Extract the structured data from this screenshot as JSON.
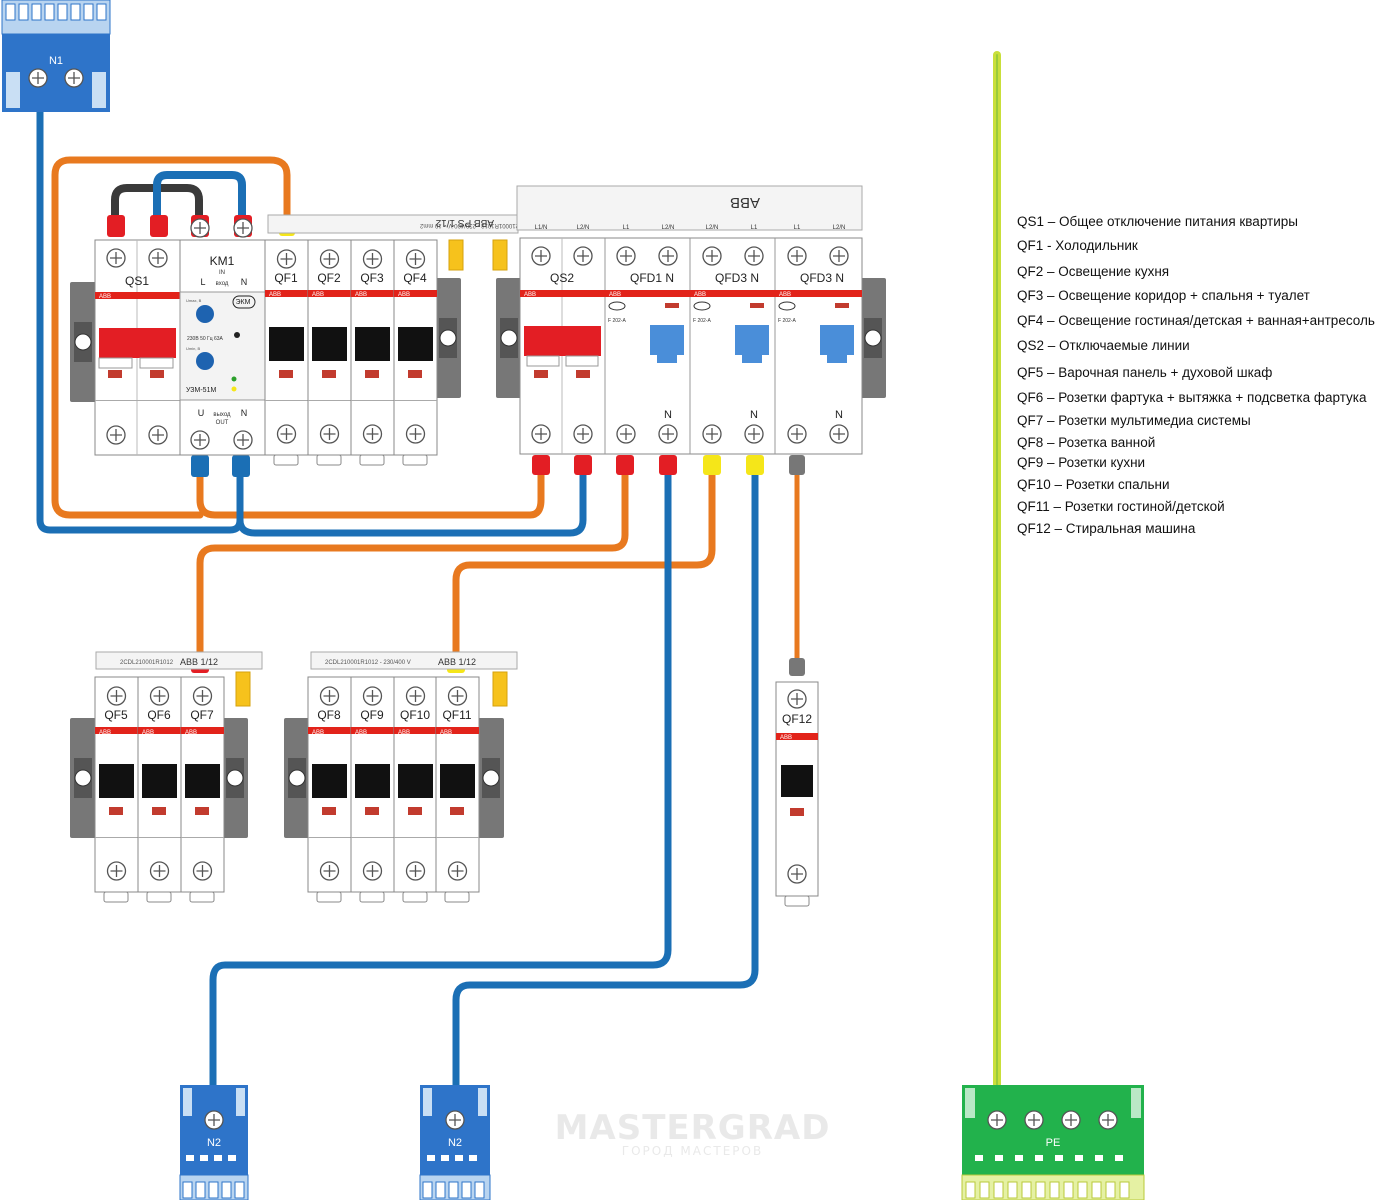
{
  "labels": {
    "qs1": "QS1",
    "km1": "KM1",
    "qf1": "QF1",
    "qf2": "QF2",
    "qf3": "QF3",
    "qf4": "QF4",
    "qs2": "QS2",
    "qfd1": "QFD1 N",
    "qfd3a": "QFD3 N",
    "qfd3b": "QFD3 N",
    "qf5": "QF5",
    "qf6": "QF6",
    "qf7": "QF7",
    "qf8": "QF8",
    "qf9": "QF9",
    "qf10": "QF10",
    "qf11": "QF11",
    "qf12": "QF12",
    "n1": "N1",
    "n2a": "N2",
    "n2b": "N2",
    "pe": "PE"
  },
  "relay": {
    "name": "УЗМ-51М",
    "brand": "ЭКМ",
    "in_l": "L",
    "in_n": "N",
    "in_label": "IN",
    "in_ru": "вход",
    "out_u": "U",
    "out_n": "N",
    "out_ru": "выход",
    "out_label": "OUT",
    "rating": "230В 50 Гц 63А",
    "knob1": "Umax, В",
    "knob2": "Umin, В"
  },
  "brand": "ABB",
  "terminal_labels": {
    "l1": "L1",
    "l2n": "L2/N",
    "l1n": "L1/N",
    "n": "N"
  },
  "busbar_top_left": "2CDL210001R1012 - 230/400 V ~ 10 mm2",
  "busbar_top_left_brand": "ABB PS 1/12",
  "busbar_top_right_brand": "ABB",
  "busbar_bottom_left": "2CDL210001R1012",
  "busbar_bottom_left_brand": "ABB 1/12",
  "busbar_bottom_mid": "2CDL210001R1012 - 230/400 V",
  "busbar_bottom_mid_brand": "ABB 1/12",
  "rcd_model": "F 202-A",
  "legend": [
    "QS1 – Общее отключение питания квартиры",
    "QF1 - Холодильник",
    "QF2 – Освещение кухня",
    "QF3 – Освещение коридор + спальня + туалет",
    "QF4 – Освещение гостиная/детская + ванная+антресоль",
    "QS2 – Отключаемые линии",
    "QF5 – Варочная панель + духовой шкаф",
    "QF6 – Розетки фартука + вытяжка + подсветка фартука",
    "QF7 – Розетки мультимедиа системы",
    "QF8 – Розетка ванной",
    "QF9 – Розетки кухни",
    "QF10 – Розетки спальни",
    "QF11 – Розетки гостиной/детской",
    "QF12 – Стиральная машина"
  ],
  "watermark": {
    "title": "MASTERGRAD",
    "subtitle": "ГОРОД МАСТЕРОВ"
  },
  "colors": {
    "phase_red": "#e31e24",
    "neutral_blue": "#1b6fb5",
    "wire_orange": "#e8791f",
    "wire_dark": "#3a3a3a",
    "pe_green": "#c9df3a",
    "pe_bar": "#22b24c",
    "n_bar": "#2e74c9",
    "abb_red": "#e2231a",
    "yellow": "#f5e619"
  }
}
